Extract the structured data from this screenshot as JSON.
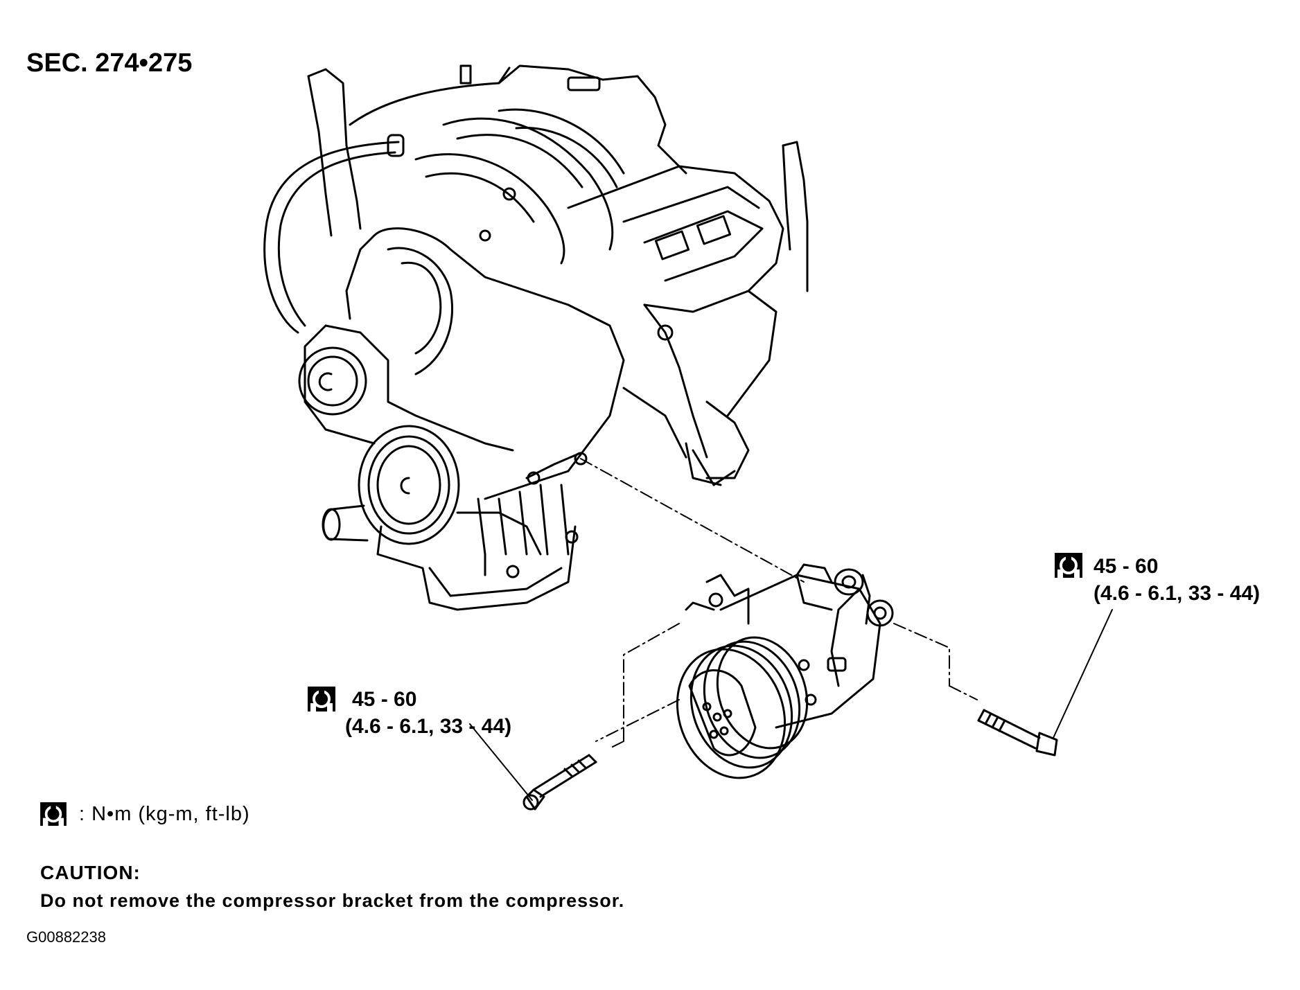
{
  "section_label": "SEC. 274•275",
  "torque_right": {
    "value": "45 - 60",
    "detail": "(4.6 - 6.1, 33 - 44)"
  },
  "torque_left": {
    "value": "45 - 60",
    "detail": "(4.6 - 6.1, 33 - 44)"
  },
  "legend": {
    "icon": "torque-wrench-icon",
    "text": ": N•m  (kg-m,  ft-lb)"
  },
  "caution": {
    "title": "CAUTION:",
    "body": "Do not remove the compressor bracket from the compressor."
  },
  "figure_id": "G00882238",
  "colors": {
    "ink": "#000000",
    "paper": "#ffffff"
  }
}
